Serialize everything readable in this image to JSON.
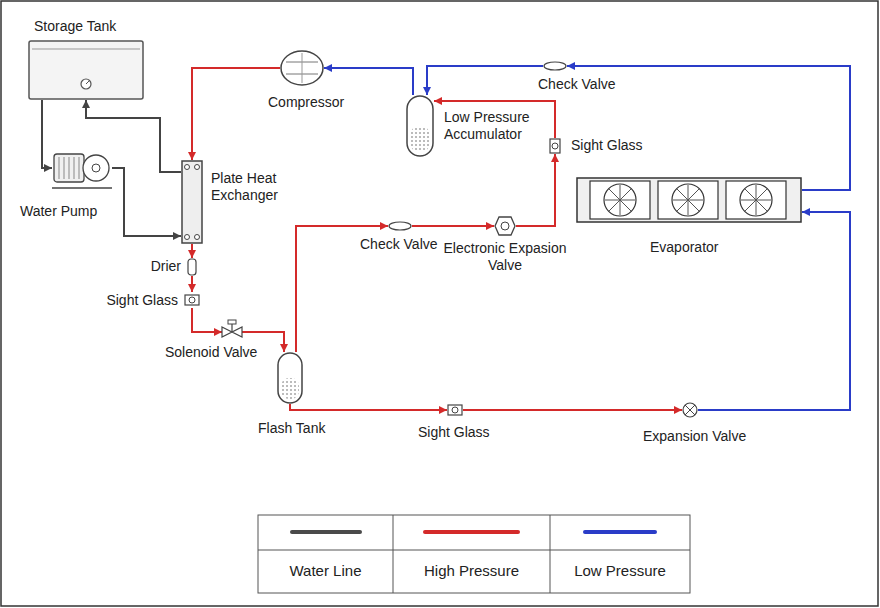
{
  "diagram": {
    "nodes": [
      {
        "text": [
          "Storage Tank"
        ]
      },
      {
        "text": [
          "Compressor"
        ]
      },
      {
        "text": [
          "Low Pressure Accumulator"
        ]
      },
      {
        "text": [
          "Check Valve"
        ]
      },
      {
        "text": [
          "Sight Glass"
        ]
      },
      {
        "text": [
          "Plate Heat Exchanger"
        ]
      },
      {
        "text": [
          "Water Pump"
        ]
      },
      {
        "text": [
          "Evaporator"
        ]
      },
      {
        "text": [
          "Check Valve"
        ]
      },
      {
        "text": [
          "Electronic Expasion Valve"
        ]
      },
      {
        "text": [
          "Drier"
        ]
      },
      {
        "text": [
          "Sight Glass"
        ]
      },
      {
        "text": [
          "Solenoid Valve"
        ]
      },
      {
        "text": [
          "Flash Tank"
        ]
      },
      {
        "text": [
          "Sight Glass"
        ]
      },
      {
        "text": [
          "Expansion Valve"
        ]
      }
    ],
    "edges": [
      {
        "from": 1,
        "to": 5,
        "arrow": "to"
      },
      {
        "from": 5,
        "to": 10,
        "arrow": "to"
      },
      {
        "from": 10,
        "to": 11,
        "arrow": "to"
      },
      {
        "from": 11,
        "to": 12,
        "arrow": "to"
      },
      {
        "from": 12,
        "to": 13,
        "arrow": "to"
      },
      {
        "from": 13,
        "to": 8,
        "arrow": "to"
      },
      {
        "from": 8,
        "to": 9,
        "arrow": "to"
      },
      {
        "from": 9,
        "to": 4,
        "arrow": "to"
      },
      {
        "from": 4,
        "to": 2,
        "arrow": "to"
      },
      {
        "from": 7,
        "to": 3,
        "arrow": "to"
      },
      {
        "from": 3,
        "to": 2,
        "arrow": "to"
      },
      {
        "from": 2,
        "to": 1,
        "arrow": "to"
      },
      {
        "from": 13,
        "to": 14,
        "arrow": "to"
      },
      {
        "from": 14,
        "to": 15,
        "arrow": "to"
      },
      {
        "from": 15,
        "to": 7,
        "arrow": "to"
      },
      {
        "from": 0,
        "to": 6,
        "arrow": "to"
      },
      {
        "from": 6,
        "to": 5,
        "arrow": "to"
      },
      {
        "from": 5,
        "to": 0,
        "arrow": "to"
      }
    ],
    "legend": [
      {
        "text": "Water Line"
      },
      {
        "text": "High Pressure"
      },
      {
        "text": "Low Pressure"
      }
    ]
  }
}
